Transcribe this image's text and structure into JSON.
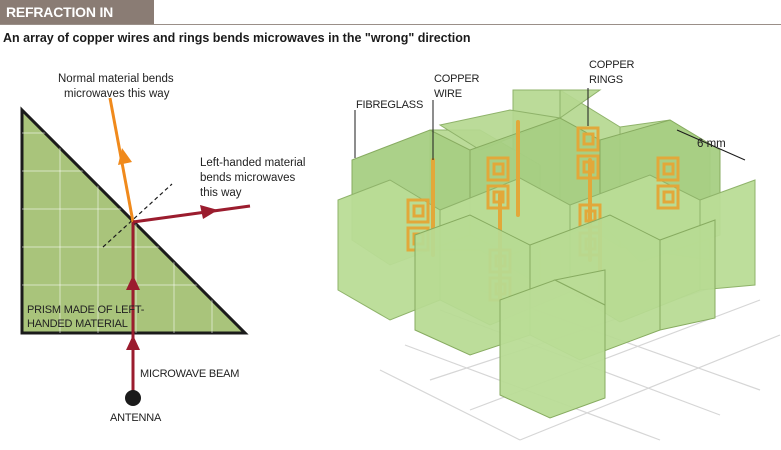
{
  "header": {
    "title": "REFRACTION IN REVERSE",
    "subtitle": "An array of copper wires and rings bends microwaves in the \"wrong\" direction"
  },
  "left_diagram": {
    "normal_label_line1": "Normal material bends",
    "normal_label_line2": "microwaves this way",
    "lefthanded_label_line1": "Left-handed material",
    "lefthanded_label_line2": "bends microwaves",
    "lefthanded_label_line3": "this way",
    "prism_label_line1": "PRISM MADE OF LEFT-",
    "prism_label_line2": "HANDED MATERIAL",
    "beam_label": "MICROWAVE BEAM",
    "antenna_label": "ANTENNA"
  },
  "right_diagram": {
    "fibreglass_label": "FIBREGLASS",
    "wire_label_line1": "COPPER",
    "wire_label_line2": "WIRE",
    "rings_label_line1": "COPPER",
    "rings_label_line2": "RINGS",
    "spacing_label": "6 mm"
  },
  "colors": {
    "title_bg": "#8a7c74",
    "prism_fill": "#a9c47b",
    "panel_fill": "#b5d890",
    "beam_red": "#9b1c2e",
    "normal_orange": "#f08a1c",
    "copper": "#e2a83a"
  }
}
